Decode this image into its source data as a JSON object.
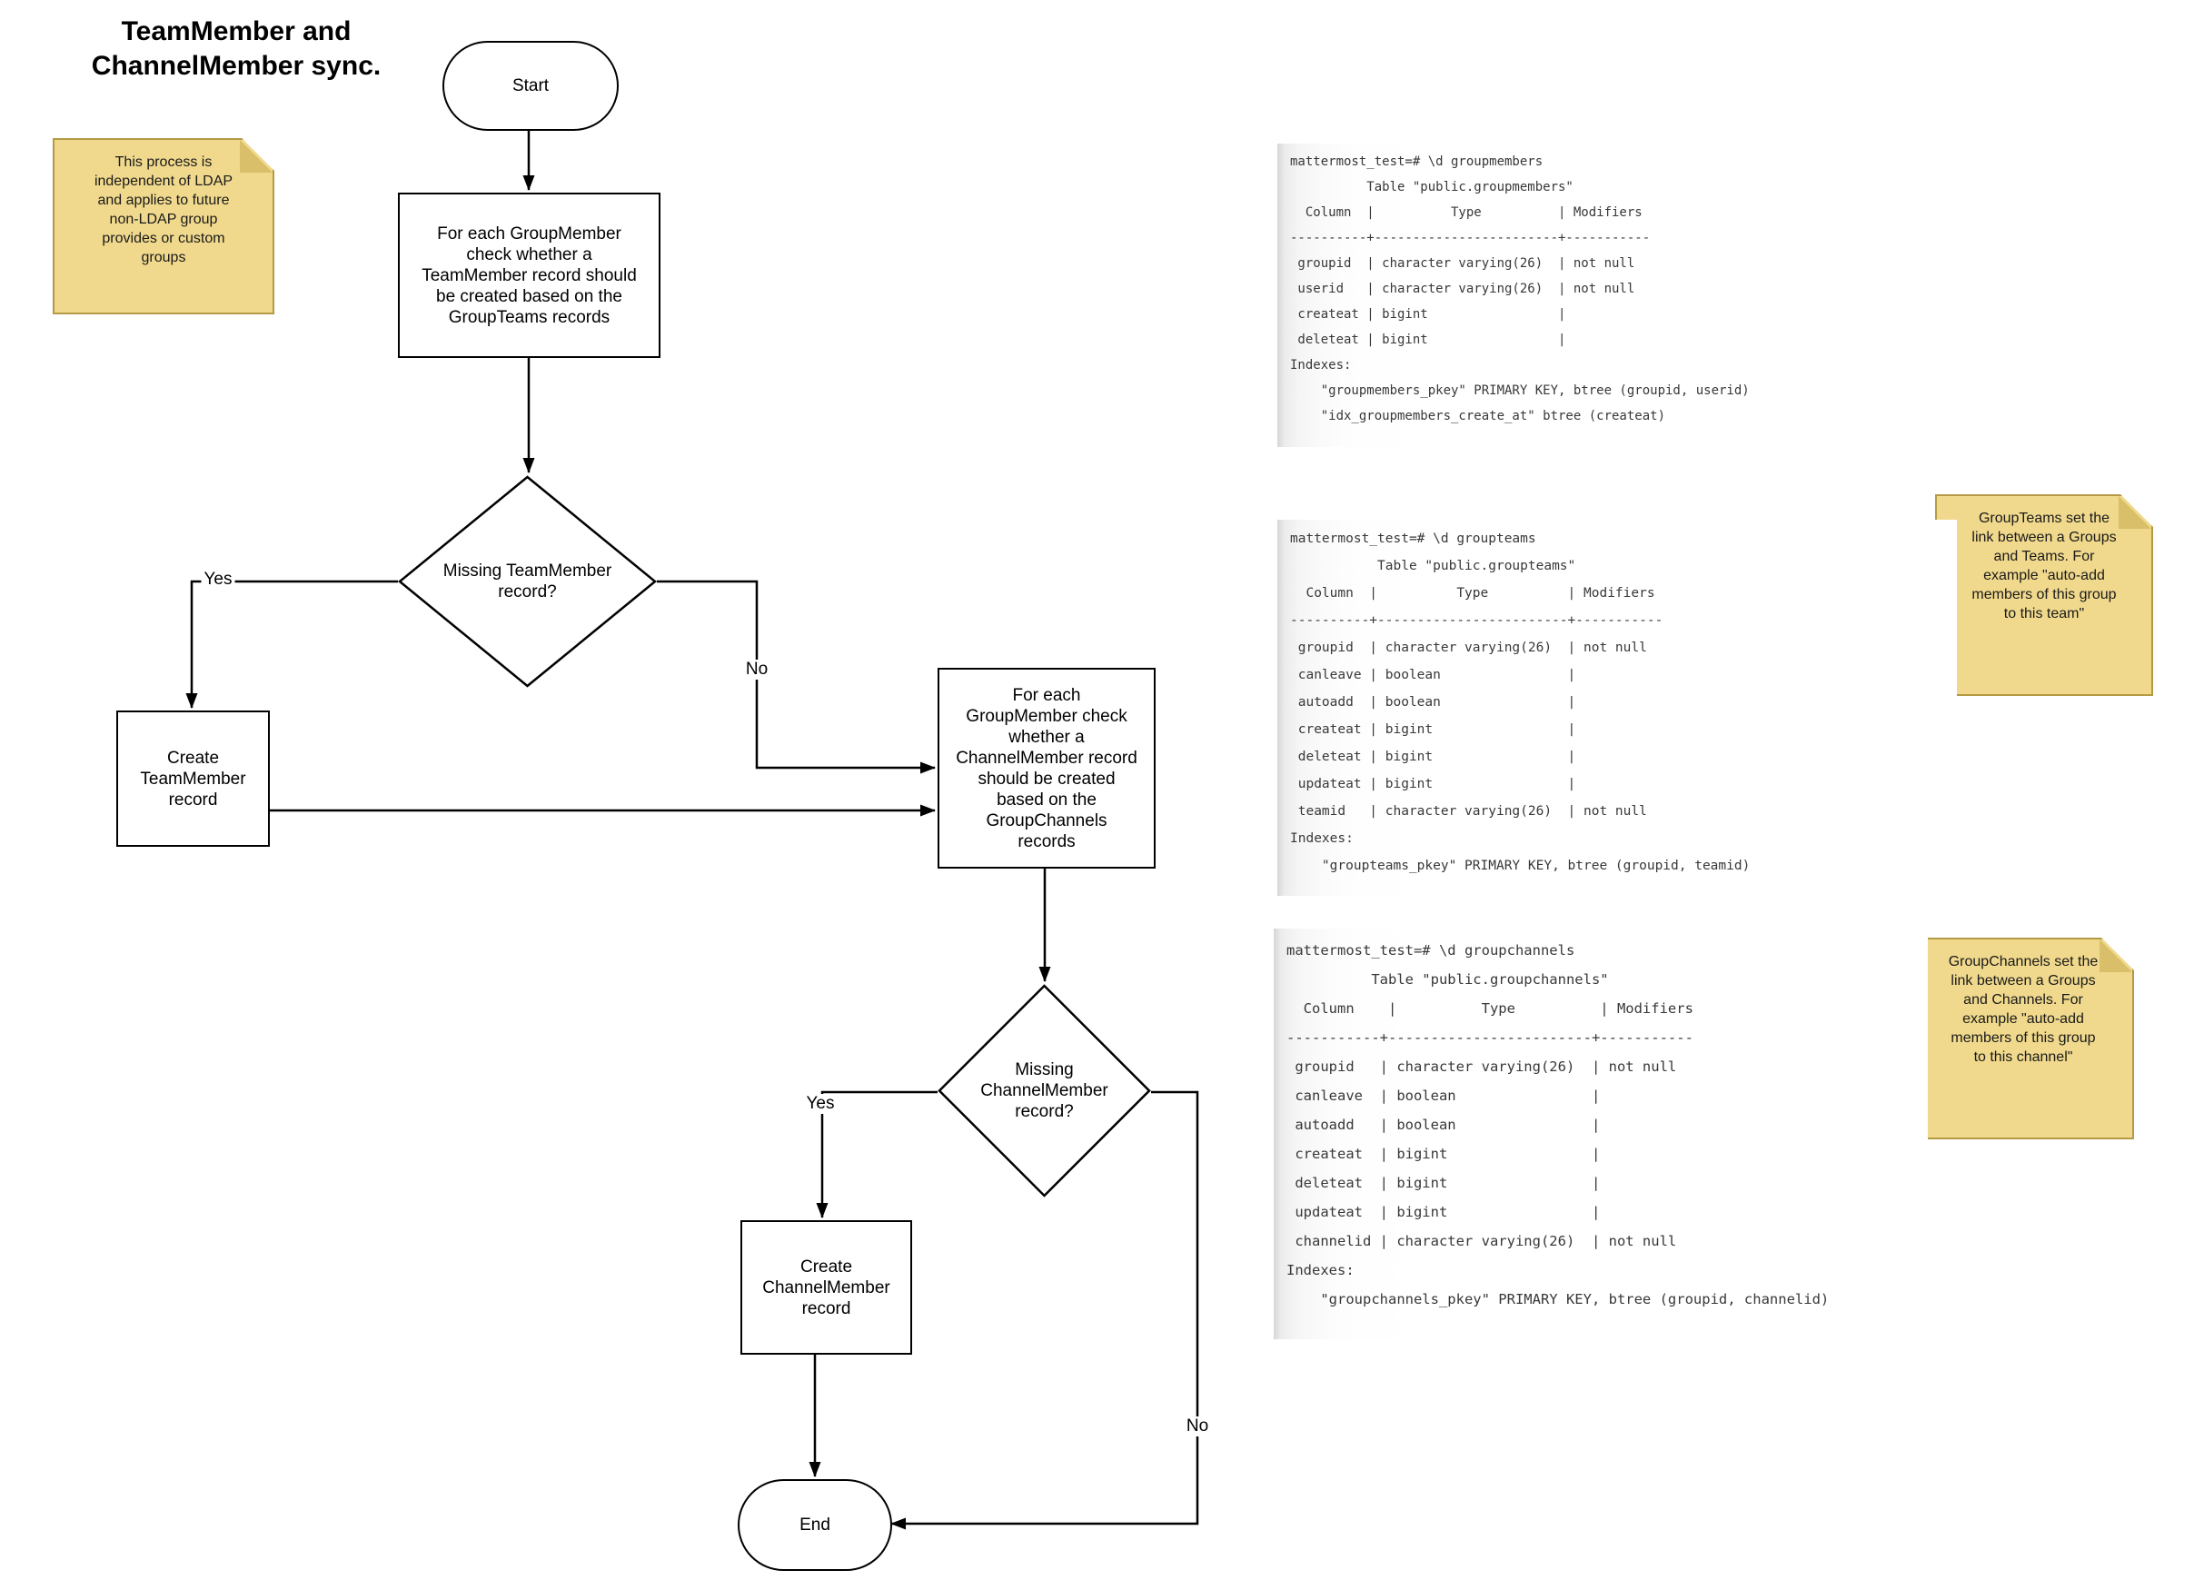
{
  "title": "TeamMember and\nChannelMember sync.",
  "notes": {
    "process": "This process is\nindependent of LDAP\nand applies to future\nnon-LDAP group\nprovides or custom\ngroups",
    "groupteams": "GroupTeams set the\nlink between a Groups\nand Teams. For\nexample \"auto-add\nmembers of this group\nto this team\"",
    "groupchannels": "GroupChannels set the\nlink between a Groups\nand Channels. For\nexample \"auto-add\nmembers of this group\nto this channel\""
  },
  "flowchart": {
    "start": "Start",
    "box_check_team": "For each GroupMember\ncheck whether a\nTeamMember record should\nbe created based on the\nGroupTeams records",
    "diamond_missing_team": "Missing TeamMember\nrecord?",
    "box_create_team": "Create\nTeamMember\nrecord",
    "box_check_channel": "For each\nGroupMember check\nwhether a\nChannelMember record\nshould be created\nbased on the\nGroupChannels\nrecords",
    "diamond_missing_channel": "Missing\nChannelMember\nrecord?",
    "box_create_channel": "Create\nChannelMember\nrecord",
    "end": "End",
    "labels": {
      "yes1": "Yes",
      "no1": "No",
      "yes2": "Yes",
      "no2": "No"
    }
  },
  "terminals": {
    "groupmembers": "mattermost_test=# \\d groupmembers\n          Table \"public.groupmembers\"\n  Column  |          Type          | Modifiers\n----------+------------------------+-----------\n groupid  | character varying(26)  | not null\n userid   | character varying(26)  | not null\n createat | bigint                 |\n deleteat | bigint                 |\nIndexes:\n    \"groupmembers_pkey\" PRIMARY KEY, btree (groupid, userid)\n    \"idx_groupmembers_create_at\" btree (createat)",
    "groupteams": "mattermost_test=# \\d groupteams\n           Table \"public.groupteams\"\n  Column  |          Type          | Modifiers\n----------+------------------------+-----------\n groupid  | character varying(26)  | not null\n canleave | boolean                |\n autoadd  | boolean                |\n createat | bigint                 |\n deleteat | bigint                 |\n updateat | bigint                 |\n teamid   | character varying(26)  | not null\nIndexes:\n    \"groupteams_pkey\" PRIMARY KEY, btree (groupid, teamid)",
    "groupchannels": "mattermost_test=# \\d groupchannels\n          Table \"public.groupchannels\"\n  Column    |          Type          | Modifiers\n-----------+------------------------+-----------\n groupid   | character varying(26)  | not null\n canleave  | boolean                |\n autoadd   | boolean                |\n createat  | bigint                 |\n deleteat  | bigint                 |\n updateat  | bigint                 |\n channelid | character varying(26)  | not null\nIndexes:\n    \"groupchannels_pkey\" PRIMARY KEY, btree (groupid, channelid)"
  },
  "colors": {
    "note_fill": "#f0d98c",
    "note_fold": "#d9bf6a",
    "note_border": "#b59a45",
    "shape_stroke": "#000000",
    "terminal_text": "#383838",
    "terminal_edge": "#d6d6d6"
  }
}
